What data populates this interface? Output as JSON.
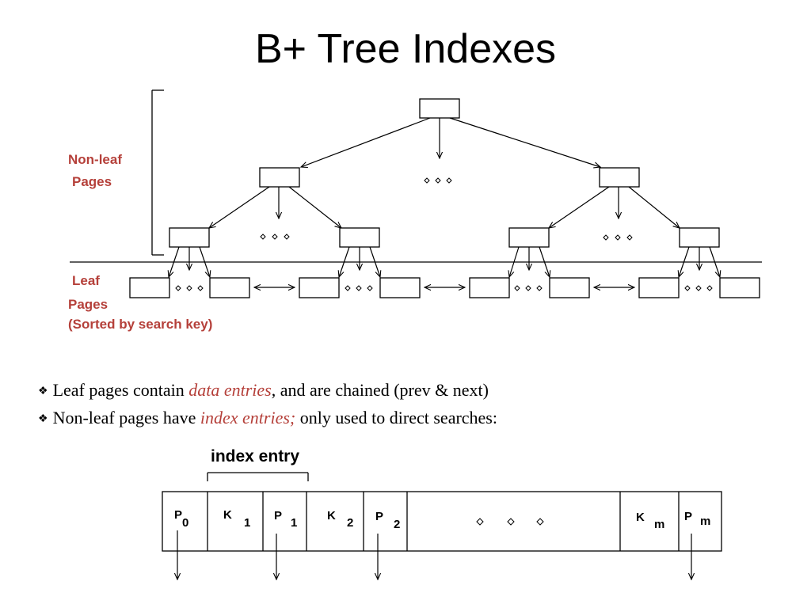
{
  "title": "B+ Tree Indexes",
  "tree": {
    "nonleaf_label_line1": "Non-leaf",
    "nonleaf_label_line2": "Pages",
    "leaf_label_line1": "Leaf",
    "leaf_label_line2": "Pages",
    "leaf_label_line3": "(Sorted by search key)"
  },
  "bullets": [
    {
      "before": "Leaf pages contain ",
      "emphasis": "data entries",
      "after": ", and are chained (prev & next)"
    },
    {
      "before": "Non-leaf pages have ",
      "emphasis": "index entries;",
      "after": " only used to direct searches:"
    }
  ],
  "index_entry": {
    "label": "index entry",
    "cells": [
      {
        "main": "P",
        "sub": "0"
      },
      {
        "main": "K",
        "sub": "1"
      },
      {
        "main": "P",
        "sub": "1"
      },
      {
        "main": "K",
        "sub": "2"
      },
      {
        "main": "P",
        "sub": "2"
      },
      {
        "main": "K",
        "sub": "m"
      },
      {
        "main": "P",
        "sub": "m"
      }
    ]
  },
  "colors": {
    "label_red": "#b5403a",
    "line": "#000000"
  }
}
